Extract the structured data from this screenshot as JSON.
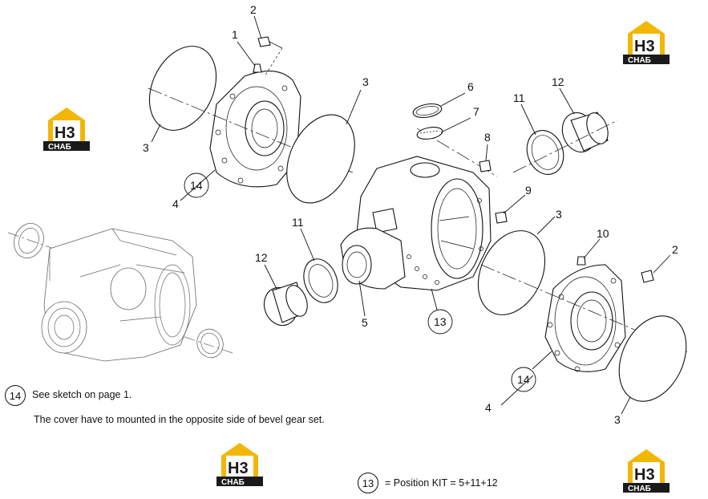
{
  "callouts": [
    {
      "id": "c1",
      "text": "1"
    },
    {
      "id": "c2a",
      "text": "2"
    },
    {
      "id": "c2b",
      "text": "2"
    },
    {
      "id": "c3a",
      "text": "3"
    },
    {
      "id": "c3b",
      "text": "3"
    },
    {
      "id": "c3c",
      "text": "3"
    },
    {
      "id": "c3d",
      "text": "3"
    },
    {
      "id": "c4a",
      "text": "4"
    },
    {
      "id": "c4b",
      "text": "4"
    },
    {
      "id": "c5",
      "text": "5"
    },
    {
      "id": "c6",
      "text": "6"
    },
    {
      "id": "c7",
      "text": "7"
    },
    {
      "id": "c8",
      "text": "8"
    },
    {
      "id": "c9",
      "text": "9"
    },
    {
      "id": "c10",
      "text": "10"
    },
    {
      "id": "c11a",
      "text": "11"
    },
    {
      "id": "c11b",
      "text": "11"
    },
    {
      "id": "c12a",
      "text": "12"
    },
    {
      "id": "c12b",
      "text": "12"
    },
    {
      "id": "c13",
      "text": "13"
    },
    {
      "id": "c14a",
      "text": "14"
    },
    {
      "id": "c14b",
      "text": "14"
    }
  ],
  "notes": {
    "badge_14": "14",
    "sketch_ref": "See sketch on page 1.",
    "cover_note": "The cover have to mounted  in  the opposite side of bevel gear set.",
    "badge_13": "13",
    "kit_note": "= Position KIT = 5+11+12"
  },
  "logo": {
    "letters": "H3",
    "caption": "СНАБ",
    "accent_color": "#f2b705",
    "dark_color": "#1a1a1a"
  }
}
